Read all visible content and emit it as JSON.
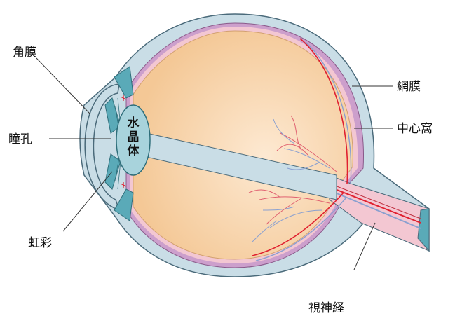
{
  "labels": {
    "cornea": "角膜",
    "pupil": "瞳孔",
    "iris": "虹彩",
    "retina": "網膜",
    "fovea": "中心窩",
    "optic_nerve": "視神経",
    "lens_chars": [
      "水",
      "晶",
      "体"
    ]
  },
  "colors": {
    "sclera": "#c9dde6",
    "outline": "#4a6a7a",
    "vitreous": "#f4c996",
    "vitreous_light": "#fbe4c8",
    "choroid": "#cc9fcc",
    "retina_layer": "#f3c7d2",
    "iris": "#5aaab8",
    "lens": "#a8d3dc",
    "artery": "#e02030",
    "vein": "#8aa0d0"
  }
}
